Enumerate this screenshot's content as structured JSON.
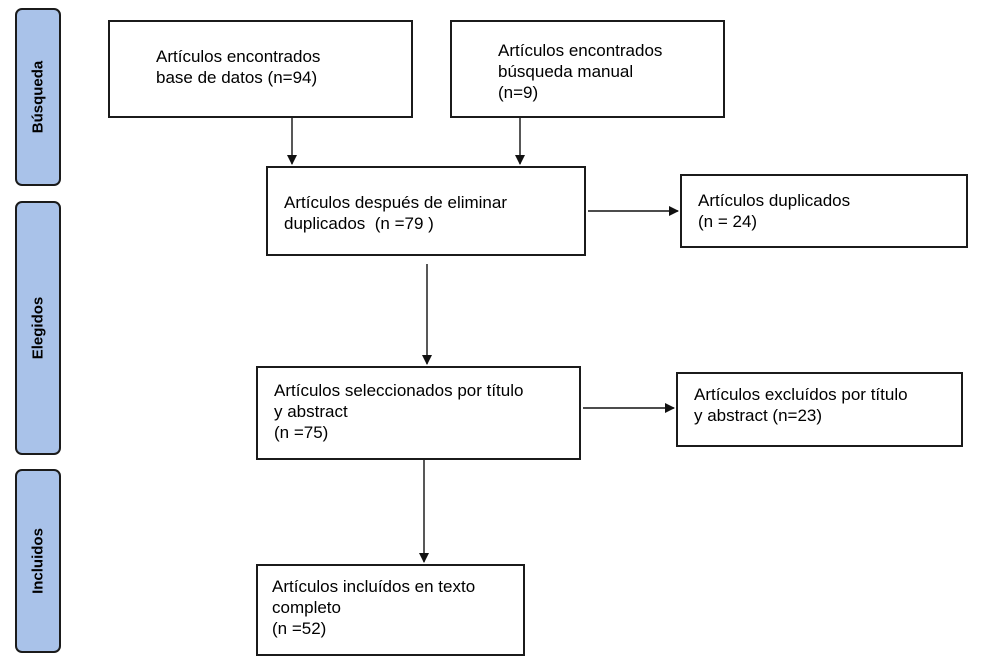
{
  "phases": {
    "busqueda": "Búsqueda",
    "elegidos": "Elegidos",
    "incluidos": "Incluidos"
  },
  "boxes": {
    "database": [
      "Artículos encontrados",
      "base de datos (n=94)"
    ],
    "manual": [
      "Artículos encontrados",
      "búsqueda manual",
      "(n=9)"
    ],
    "dedup": [
      "Artículos después de eliminar",
      "duplicados  (n =79 )"
    ],
    "duplicates": [
      "Artículos duplicados",
      "(n = 24)"
    ],
    "selected": [
      "Artículos seleccionados por título",
      "y abstract",
      "(n =75)"
    ],
    "excluded": [
      "Artículos excluídos por título",
      "y abstract (n=23)"
    ],
    "included": [
      "Artículos incluídos en texto",
      "completo",
      "(n =52)"
    ]
  }
}
